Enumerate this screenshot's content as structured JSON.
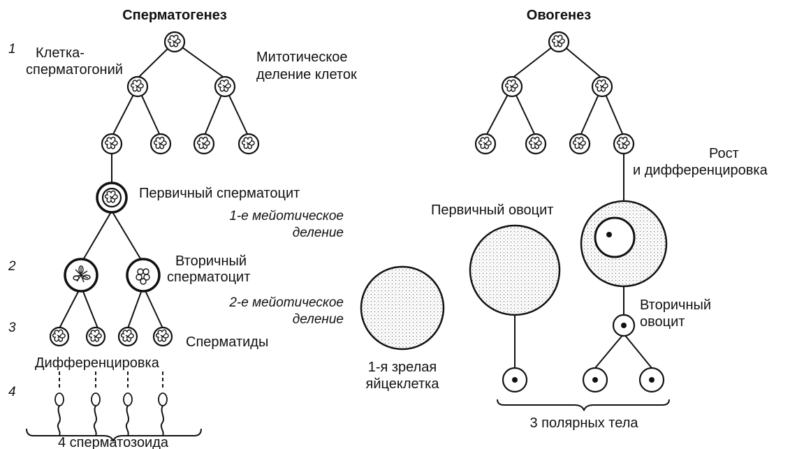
{
  "spermatogenesis": {
    "title": "Сперматогенез",
    "stage_numbers": [
      "1",
      "2",
      "3",
      "4"
    ],
    "cell_label_line1": "Клетка-",
    "cell_label_line2": "сперматогоний",
    "mitotic_line1": "Митотическое",
    "mitotic_line2": "деление клеток",
    "primary_spermatocyte": "Первичный сперматоцит",
    "meiosis1_line1": "1-е мейотическое",
    "meiosis1_line2": "деление",
    "secondary_line1": "Вторичный",
    "secondary_line2": "сперматоцит",
    "meiosis2_line1": "2-е мейотическое",
    "meiosis2_line2": "деление",
    "spermatids": "Сперматиды",
    "differentiation": "Дифференцировка",
    "sperm_count": "4 сперматозоида"
  },
  "oogenesis": {
    "title": "Овогенез",
    "growth_line1": "Рост",
    "growth_line2": "и дифференцировка",
    "primary_oocyte": "Первичный овоцит",
    "secondary_line1": "Вторичный",
    "secondary_line2": "овоцит",
    "mature_line1": "1-я зрелая",
    "mature_line2": "яйцеклетка",
    "polar_bodies": "3 полярных тела"
  },
  "colors": {
    "ink": "#111111",
    "stipple": "#bdbdbd",
    "background": "#ffffff"
  }
}
